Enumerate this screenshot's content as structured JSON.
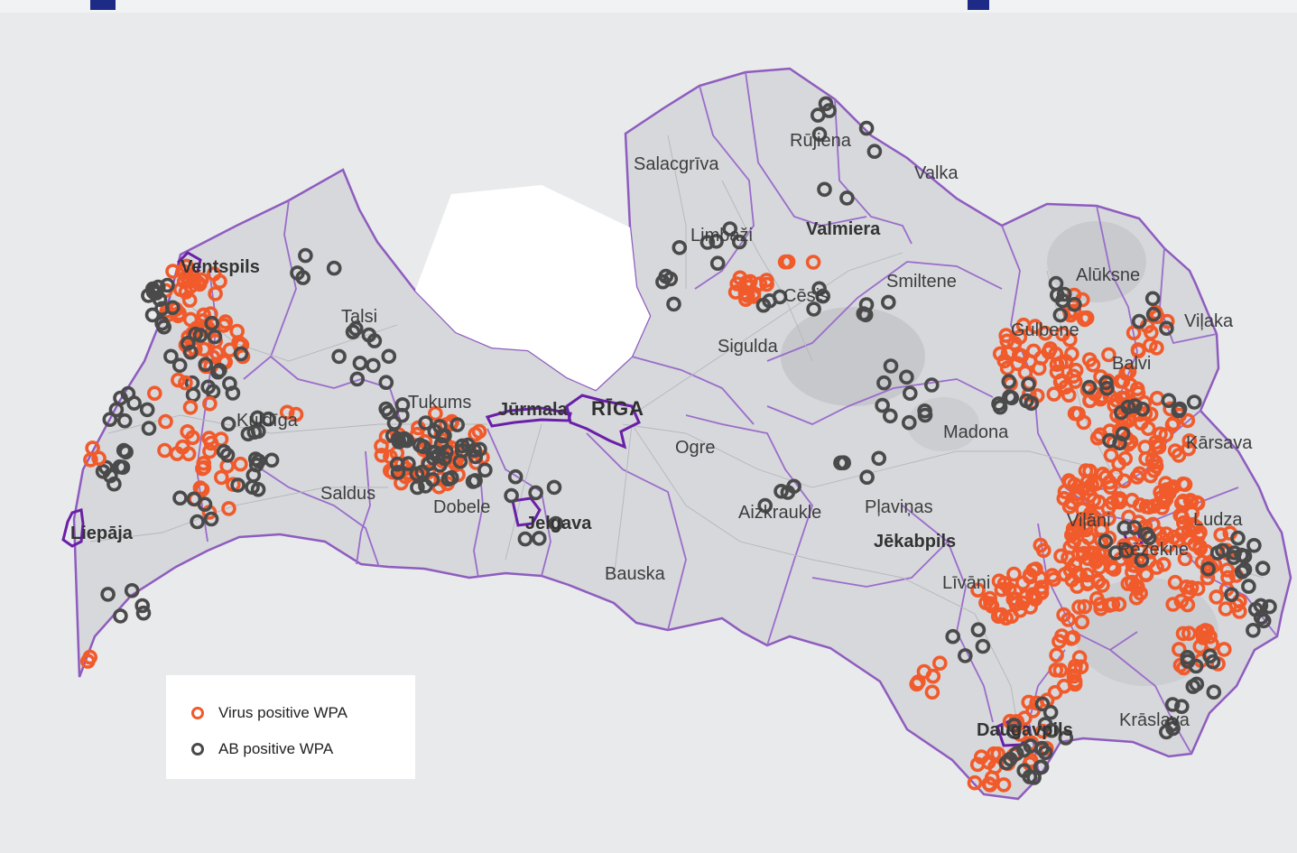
{
  "colors": {
    "virus": "#f15a2b",
    "ab": "#4a4a4a",
    "border": "#8e5cbf",
    "city_border": "#6a1fa8",
    "land": "#d6d8db",
    "title_fragment": "#1e2b86"
  },
  "legend": {
    "virus_label": "Virus positive WPA",
    "ab_label": "AB positive WPA"
  },
  "cities": [
    {
      "id": "ventspils",
      "label": "Ventspils"
    },
    {
      "id": "talsi",
      "label": "Talsi"
    },
    {
      "id": "kuldiga",
      "label": "Kuldīga"
    },
    {
      "id": "saldus",
      "label": "Saldus"
    },
    {
      "id": "liepaja",
      "label": "Liepāja"
    },
    {
      "id": "tukums",
      "label": "Tukums"
    },
    {
      "id": "jurmala",
      "label": "Jūrmala"
    },
    {
      "id": "dobele",
      "label": "Dobele"
    },
    {
      "id": "jelgava",
      "label": "Jelgava"
    },
    {
      "id": "riga",
      "label": "RĪGA"
    },
    {
      "id": "bauska",
      "label": "Bauska"
    },
    {
      "id": "ogre",
      "label": "Ogre"
    },
    {
      "id": "aizkraukle",
      "label": "Aizkraukle"
    },
    {
      "id": "salacgriva",
      "label": "Salacgrīva"
    },
    {
      "id": "limbazi",
      "label": "Limbaži"
    },
    {
      "id": "rujiena",
      "label": "Rūjiena"
    },
    {
      "id": "valka",
      "label": "Valka"
    },
    {
      "id": "valmiera",
      "label": "Valmiera"
    },
    {
      "id": "cesis",
      "label": "Cēsis"
    },
    {
      "id": "sigulda",
      "label": "Sigulda"
    },
    {
      "id": "smiltene",
      "label": "Smiltene"
    },
    {
      "id": "aluksne",
      "label": "Alūksne"
    },
    {
      "id": "gulbene",
      "label": "Gulbene"
    },
    {
      "id": "vilaka",
      "label": "Viļaka"
    },
    {
      "id": "balvi",
      "label": "Balvi"
    },
    {
      "id": "madona",
      "label": "Madona"
    },
    {
      "id": "karsava",
      "label": "Kārsava"
    },
    {
      "id": "plavinas",
      "label": "Pļaviņas"
    },
    {
      "id": "jekabpils",
      "label": "Jēkabpils"
    },
    {
      "id": "ludza",
      "label": "Ludza"
    },
    {
      "id": "rezekne",
      "label": "Rēzekne"
    },
    {
      "id": "livani",
      "label": "Līvāni"
    },
    {
      "id": "viljani",
      "label": "Viļāni"
    },
    {
      "id": "daugavpils",
      "label": "Daugavpils"
    },
    {
      "id": "kraslava",
      "label": "Krāslava"
    }
  ]
}
